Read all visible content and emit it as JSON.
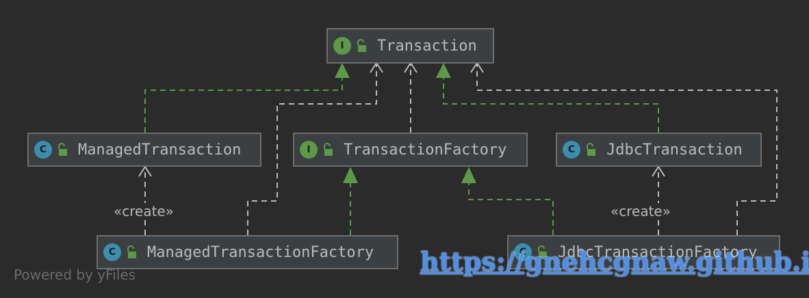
{
  "nodes": {
    "transaction": {
      "badge": "I",
      "kind": "interface",
      "name": "Transaction"
    },
    "managed_transaction": {
      "badge": "C",
      "kind": "class",
      "name": "ManagedTransaction"
    },
    "transaction_factory": {
      "badge": "I",
      "kind": "interface",
      "name": "TransactionFactory"
    },
    "jdbc_transaction": {
      "badge": "C",
      "kind": "class",
      "name": "JdbcTransaction"
    },
    "managed_transaction_factory": {
      "badge": "C",
      "kind": "class",
      "name": "ManagedTransactionFactory"
    },
    "jdbc_transaction_factory": {
      "badge": "C",
      "kind": "class",
      "name": "JdbcTransactionFactory"
    }
  },
  "labels": {
    "create_left": "«create»",
    "create_right": "«create»"
  },
  "footer": {
    "powered_by": "Powered by yFiles"
  },
  "watermark": {
    "url": "https://gnehcgnaw.github.io/"
  },
  "colors": {
    "background": "#2b2b2b",
    "node_fill": "#3c3f41",
    "node_border": "#6e6e6e",
    "realization_edge": "#5c9a47",
    "dependency_edge": "#bbbbbb",
    "interface_badge": "#5c9a47",
    "class_badge": "#3b8fae",
    "watermark": "#4a90f0"
  }
}
